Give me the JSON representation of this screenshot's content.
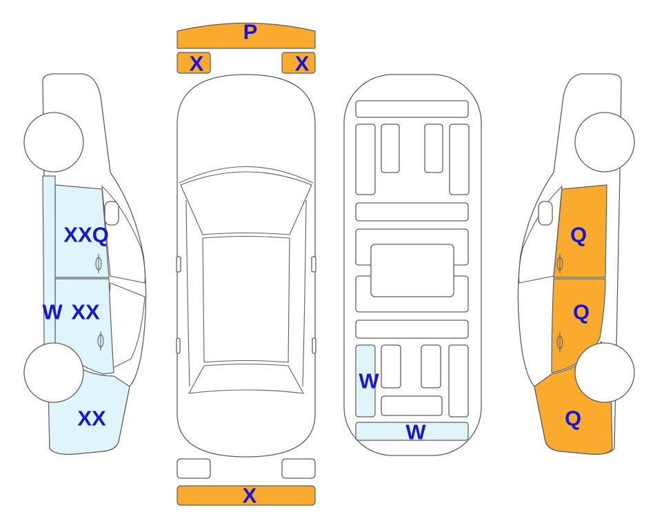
{
  "colors": {
    "orange": "#faab2e",
    "light_blue": "#e0f5fb",
    "label_blue": "#1616d8",
    "outline": "#5c5c5c"
  },
  "labels": {
    "front_bumper": "P",
    "headlight_left": "X",
    "headlight_right": "X",
    "rear_bumper": "X",
    "left_front_door": "XXQ",
    "left_pillar": "W",
    "left_rear_door": "XX",
    "left_rear_quarter": "XX",
    "floor_left_rail": "W",
    "floor_rear_panel": "W",
    "right_front_door": "Q",
    "right_rear_door": "Q",
    "right_rear_quarter": "Q"
  }
}
